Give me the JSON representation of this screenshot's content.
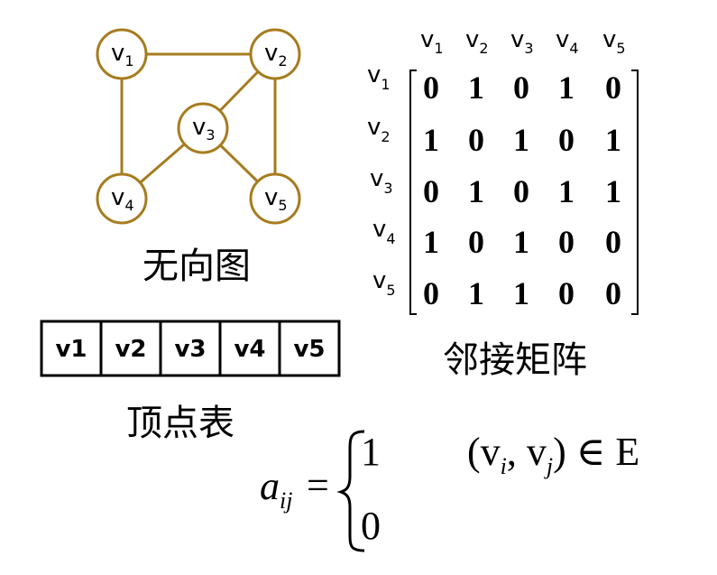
{
  "graph": {
    "caption": "无向图",
    "nodes": [
      {
        "id": "v1",
        "base": "v",
        "sub": "1"
      },
      {
        "id": "v2",
        "base": "v",
        "sub": "2"
      },
      {
        "id": "v3",
        "base": "v",
        "sub": "3"
      },
      {
        "id": "v4",
        "base": "v",
        "sub": "4"
      },
      {
        "id": "v5",
        "base": "v",
        "sub": "5"
      }
    ],
    "edges": [
      [
        "v1",
        "v2"
      ],
      [
        "v1",
        "v4"
      ],
      [
        "v2",
        "v3"
      ],
      [
        "v2",
        "v5"
      ],
      [
        "v3",
        "v4"
      ],
      [
        "v3",
        "v5"
      ]
    ]
  },
  "vertex_table": {
    "caption": "顶点表",
    "cells": [
      "v1",
      "v2",
      "v3",
      "v4",
      "v5"
    ]
  },
  "matrix": {
    "caption": "邻接矩阵",
    "col_headers": [
      "v1",
      "v2",
      "v3",
      "v4",
      "v5"
    ],
    "row_headers": [
      "v1",
      "v2",
      "v3",
      "v4",
      "v5"
    ],
    "rows": [
      [
        "0",
        "1",
        "0",
        "1",
        "0"
      ],
      [
        "1",
        "0",
        "1",
        "0",
        "1"
      ],
      [
        "0",
        "1",
        "0",
        "1",
        "1"
      ],
      [
        "1",
        "0",
        "1",
        "0",
        "0"
      ],
      [
        "0",
        "1",
        "1",
        "0",
        "0"
      ]
    ]
  },
  "formula": {
    "lhs_base": "a",
    "lhs_sub": "ij",
    "equals": "=",
    "case1_value": "1",
    "case1_condition": "(v",
    "case1_sub_i": "i",
    "case1_comma": ", v",
    "case1_sub_j": "j",
    "case1_tail": ") ∈ E",
    "case2_value": "0"
  },
  "colors": {
    "node_stroke": "#a67c1f",
    "edge": "#a67c1f"
  }
}
